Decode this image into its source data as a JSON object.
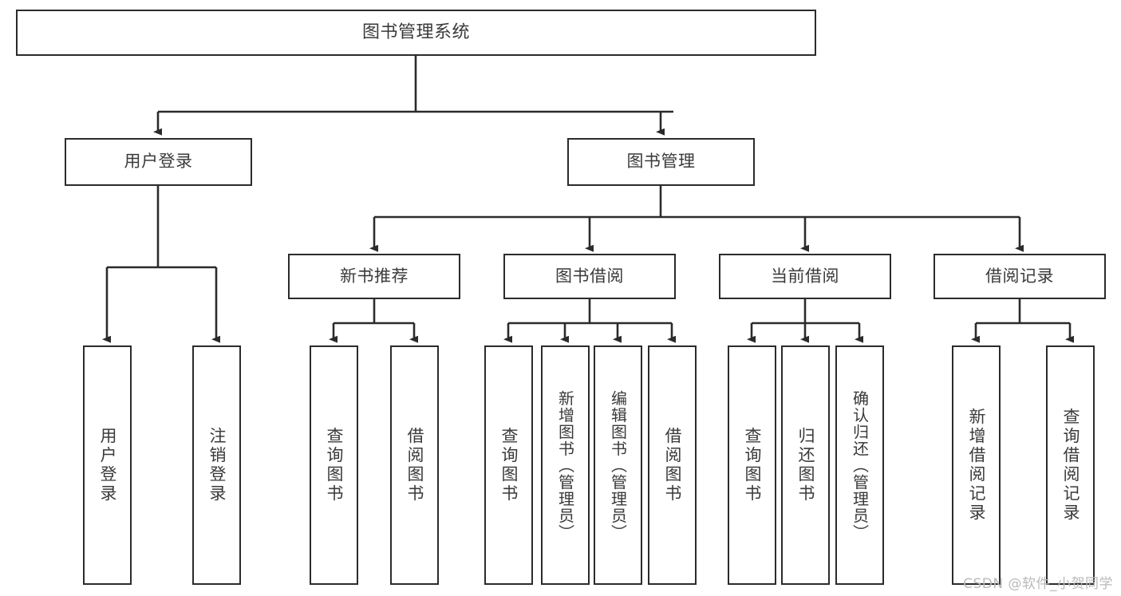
{
  "diagram": {
    "title": "图书管理系统",
    "watermark": "CSDN @软件_小贺同学",
    "colors": {
      "stroke": "#2b2b2b",
      "box_fill": "#ffffff",
      "text": "#3a3a3a",
      "watermark": "#b9b9b9",
      "canvas": "#ffffff"
    },
    "levels": {
      "root": "图书管理系统",
      "level2": [
        "用户登录",
        "图书管理"
      ],
      "level3": [
        "新书推荐",
        "图书借阅",
        "当前借阅",
        "借阅记录"
      ]
    },
    "nodes": {
      "root": {
        "label": "图书管理系统"
      },
      "user_login": {
        "label": "用户登录"
      },
      "book_manage": {
        "label": "图书管理"
      },
      "new_book_rec": {
        "label": "新书推荐"
      },
      "book_borrow": {
        "label": "图书借阅"
      },
      "current_borrow": {
        "label": "当前借阅"
      },
      "borrow_record": {
        "label": "借阅记录"
      },
      "leaf_user_login": {
        "label": "用户登录"
      },
      "leaf_logout": {
        "label": "注销登录"
      },
      "leaf_query_book_1": {
        "label": "查询图书"
      },
      "leaf_borrow_book_1": {
        "label": "借阅图书"
      },
      "leaf_query_book_2": {
        "label": "查询图书"
      },
      "leaf_add_book_admin": {
        "label": "新增图书（管理员）"
      },
      "leaf_edit_book_admin": {
        "label": "编辑图书（管理员）"
      },
      "leaf_borrow_book_2": {
        "label": "借阅图书"
      },
      "leaf_query_book_3": {
        "label": "查询图书"
      },
      "leaf_return_book": {
        "label": "归还图书"
      },
      "leaf_confirm_return_admin": {
        "label": "确认归还（管理员）"
      },
      "leaf_add_record": {
        "label": "新增借阅记录"
      },
      "leaf_query_record": {
        "label": "查询借阅记录"
      }
    },
    "edges": [
      {
        "from": "root",
        "to": "user_login"
      },
      {
        "from": "root",
        "to": "book_manage"
      },
      {
        "from": "book_manage",
        "to": "new_book_rec"
      },
      {
        "from": "book_manage",
        "to": "book_borrow"
      },
      {
        "from": "book_manage",
        "to": "current_borrow"
      },
      {
        "from": "book_manage",
        "to": "borrow_record"
      },
      {
        "from": "user_login",
        "to": "leaf_user_login"
      },
      {
        "from": "user_login",
        "to": "leaf_logout"
      },
      {
        "from": "new_book_rec",
        "to": "leaf_query_book_1"
      },
      {
        "from": "new_book_rec",
        "to": "leaf_borrow_book_1"
      },
      {
        "from": "book_borrow",
        "to": "leaf_query_book_2"
      },
      {
        "from": "book_borrow",
        "to": "leaf_add_book_admin"
      },
      {
        "from": "book_borrow",
        "to": "leaf_edit_book_admin"
      },
      {
        "from": "book_borrow",
        "to": "leaf_borrow_book_2"
      },
      {
        "from": "current_borrow",
        "to": "leaf_query_book_3"
      },
      {
        "from": "current_borrow",
        "to": "leaf_return_book"
      },
      {
        "from": "current_borrow",
        "to": "leaf_confirm_return_admin"
      },
      {
        "from": "borrow_record",
        "to": "leaf_add_record"
      },
      {
        "from": "borrow_record",
        "to": "leaf_query_record"
      }
    ]
  }
}
